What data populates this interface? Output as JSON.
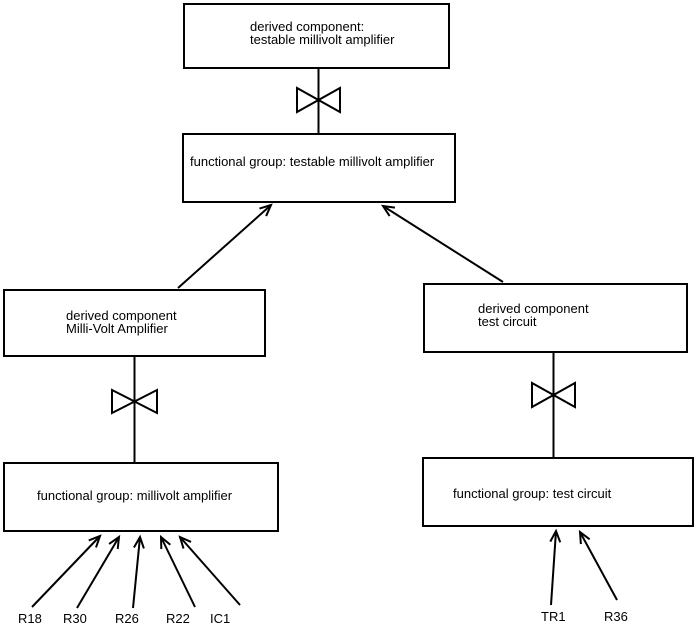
{
  "diagram": {
    "type": "component-decomposition-diagram",
    "colors": {
      "line": "#000000",
      "background": "#ffffff",
      "text": "#000000"
    },
    "boxes": {
      "top_derived": {
        "line1": "derived component:",
        "line2": "testable millivolt amplifier"
      },
      "top_functional": {
        "label": "functional group: testable millivolt amplifier"
      },
      "left_derived": {
        "line1": "derived component",
        "line2": "Milli-Volt Amplifier"
      },
      "right_derived": {
        "line1": "derived component",
        "line2": "test circuit"
      },
      "left_functional": {
        "label": "functional group: millivolt amplifier"
      },
      "right_functional": {
        "label": "functional group: test circuit"
      }
    },
    "component_labels": {
      "left": [
        "R18",
        "R30",
        "R26",
        "R22",
        "IC1"
      ],
      "right": [
        "TR1",
        "R36"
      ]
    }
  }
}
